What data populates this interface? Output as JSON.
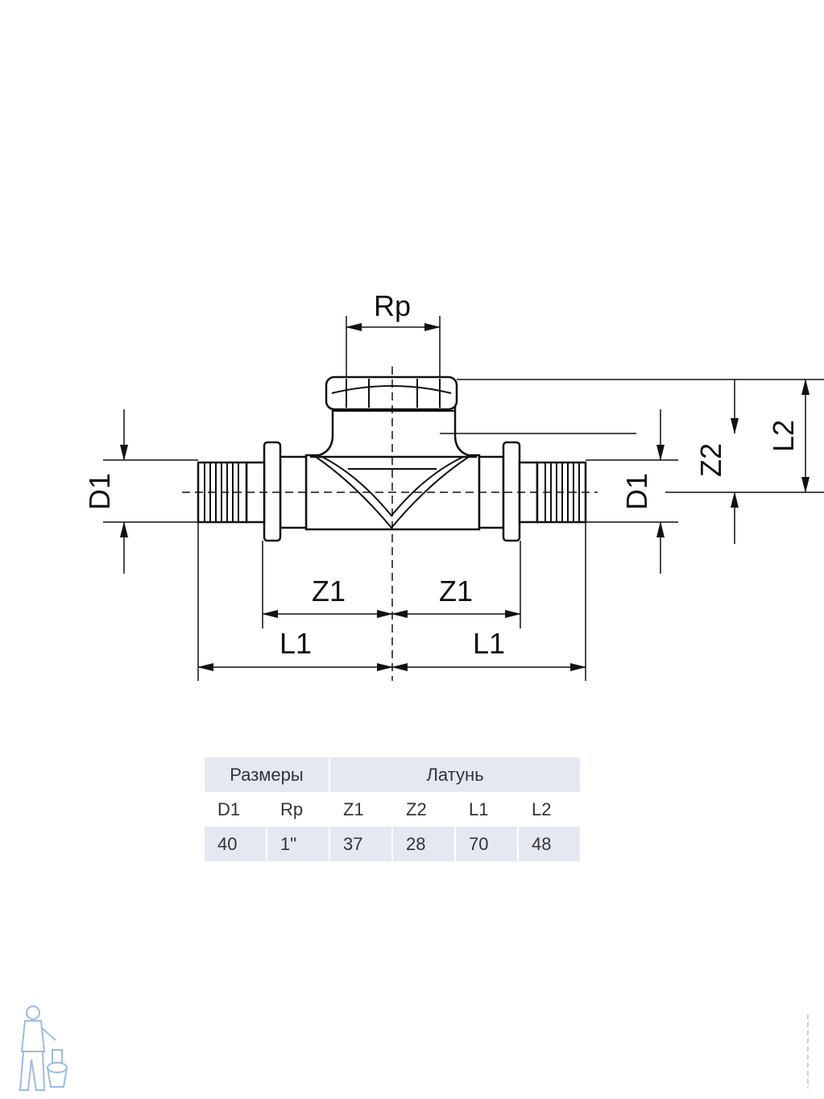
{
  "drawing": {
    "labels": {
      "rp": "Rp",
      "d1_left": "D1",
      "d1_right": "D1",
      "z2": "Z2",
      "l2": "L2",
      "z1_left": "Z1",
      "z1_right": "Z1",
      "l1_left": "L1",
      "l1_right": "L1"
    }
  },
  "table": {
    "group_headers": [
      "Размеры",
      "Латунь"
    ],
    "columns": [
      "D1",
      "Rp",
      "Z1",
      "Z2",
      "L1",
      "L2"
    ],
    "values": [
      "40",
      "1\"",
      "37",
      "28",
      "70",
      "48"
    ]
  },
  "colors": {
    "header_bg": "#e4e8f1",
    "line": "#111111",
    "watermark": "#4a86c8"
  },
  "icons": {
    "watermark": "plumber-logo-icon"
  }
}
